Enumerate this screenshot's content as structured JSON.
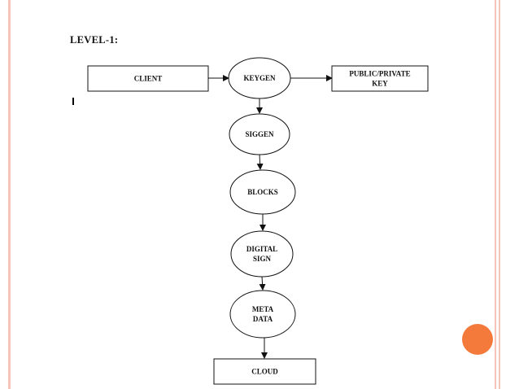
{
  "slide": {
    "title": "LEVEL-1:",
    "accent_color": "#f47a3c",
    "frame_color": "#f4c5b8"
  },
  "diagram": {
    "nodes": [
      {
        "id": "client",
        "shape": "rectangle",
        "lines": [
          "CLIENT"
        ]
      },
      {
        "id": "keygen",
        "shape": "ellipse",
        "lines": [
          "KEYGEN"
        ]
      },
      {
        "id": "public-private-key",
        "shape": "rectangle",
        "lines": [
          "PUBLIC/PRIVATE",
          "KEY"
        ]
      },
      {
        "id": "siggen",
        "shape": "ellipse",
        "lines": [
          "SIGGEN"
        ]
      },
      {
        "id": "blocks",
        "shape": "ellipse",
        "lines": [
          "BLOCKS"
        ]
      },
      {
        "id": "digital-sign",
        "shape": "ellipse",
        "lines": [
          "DIGITAL",
          "SIGN"
        ]
      },
      {
        "id": "meta-data",
        "shape": "ellipse",
        "lines": [
          "META",
          "DATA"
        ]
      },
      {
        "id": "cloud",
        "shape": "rectangle",
        "lines": [
          "CLOUD"
        ]
      }
    ],
    "edges": [
      {
        "from": "client",
        "to": "keygen"
      },
      {
        "from": "keygen",
        "to": "public-private-key"
      },
      {
        "from": "keygen",
        "to": "siggen"
      },
      {
        "from": "siggen",
        "to": "blocks"
      },
      {
        "from": "blocks",
        "to": "digital-sign"
      },
      {
        "from": "digital-sign",
        "to": "meta-data"
      },
      {
        "from": "meta-data",
        "to": "cloud"
      }
    ]
  }
}
